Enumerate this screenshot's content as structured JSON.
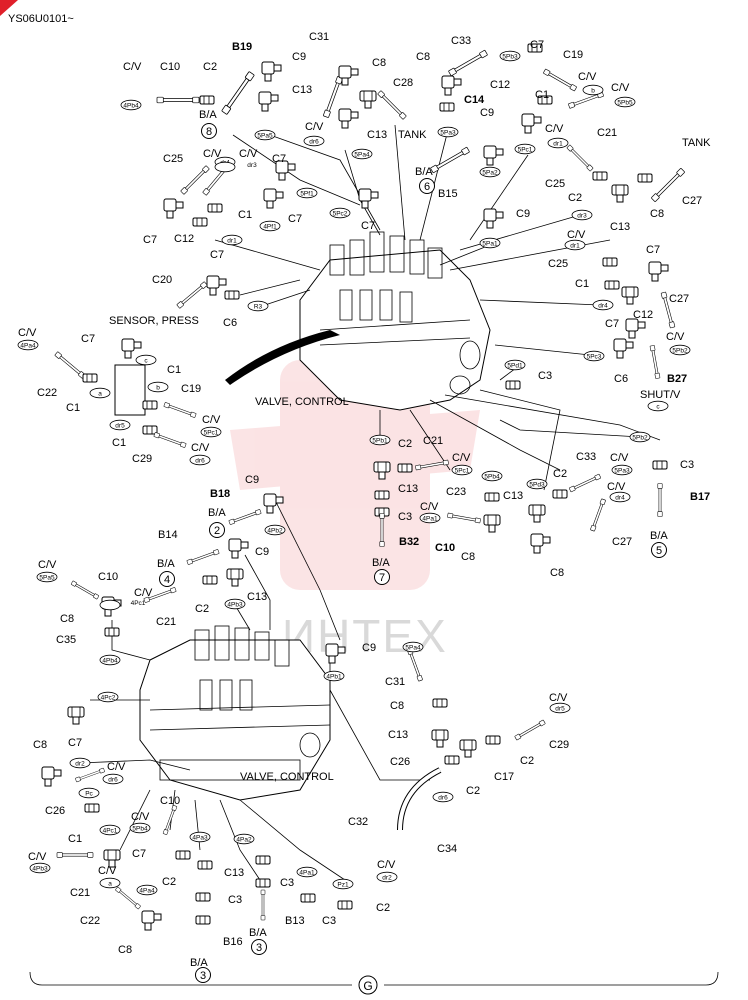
{
  "doc_code": "YS06U0101~",
  "watermark": "ИНТЕХ",
  "section_letter": "G",
  "assembly_labels": {
    "valve_upper": "VALVE, CONTROL",
    "valve_lower": "VALVE, CONTROL",
    "sensor": "SENSOR, PRESS",
    "tank1": "TANK",
    "tank2": "TANK",
    "shut": "SHUT/V"
  },
  "callouts": {
    "b_a": "B/A",
    "c_v": "C/V",
    "n8": "8",
    "n6": "6",
    "n2": "2",
    "n4": "4",
    "n7": "7",
    "n5": "5",
    "n3a": "3",
    "n3b": "3",
    "c10a": "C10",
    "c2a": "C2",
    "b19": "B19",
    "c9a": "C9",
    "c13a": "C13",
    "c31": "C31",
    "c8a": "C8",
    "c13b": "C13",
    "c28": "C28",
    "c8b": "C8",
    "c33a": "C33",
    "c7a": "C7",
    "c19a": "C19",
    "c14": "C14",
    "c12a": "C12",
    "c1a": "C1",
    "c21a": "C21",
    "c9b": "C9",
    "b15": "B15",
    "c25a": "C25",
    "c2b": "C2",
    "c8c": "C8",
    "c27a": "C27",
    "c13c": "C13",
    "c9c": "C9",
    "c25b": "C25",
    "c7b": "C7",
    "c1b": "C1",
    "c27b": "C27",
    "c12b": "C12",
    "c7c": "C7",
    "c6a": "C6",
    "b27": "B27",
    "c25c": "C25",
    "c7d": "C7",
    "c7e": "C7",
    "c7f": "C7",
    "c1c": "C1",
    "c12c": "C12",
    "c7g": "C7",
    "c20": "C20",
    "c6b": "C6",
    "c7h": "C7",
    "c22a": "C22",
    "c1d": "C1",
    "c1e": "C1",
    "c19b": "C19",
    "c1f": "C1",
    "c29a": "C29",
    "c3a": "C3",
    "c2c": "C2",
    "c21b": "C21",
    "c13d": "C13",
    "c23": "C23",
    "c13e": "C13",
    "c3b": "C3",
    "c33b": "C33",
    "c2d": "C2",
    "c3c": "C3",
    "b17": "B17",
    "c27c": "C27",
    "c10b": "C10",
    "c8d": "C8",
    "c8e": "C8",
    "b32": "B32",
    "c9d": "C9",
    "b18": "B18",
    "b14": "B14",
    "c9e": "C9",
    "c13f": "C13",
    "c2e": "C2",
    "c21c": "C21",
    "c10c": "C10",
    "c8f": "C8",
    "c35": "C35",
    "c9f": "C9",
    "c7i": "C7",
    "c8g": "C8",
    "c26a": "C26",
    "c1g": "C1",
    "c31b": "C31",
    "c8h": "C8",
    "c13g": "C13",
    "c29b": "C29",
    "c17": "C17",
    "c2f": "C2",
    "c2g": "C2",
    "c26b": "C26",
    "c32": "C32",
    "c34": "C34",
    "c10d": "C10",
    "c7j": "C7",
    "c21d": "C21",
    "c2h": "C2",
    "c13h": "C13",
    "c3d": "C3",
    "c22b": "C22",
    "c8i": "C8",
    "c3e": "C3",
    "b13": "B13",
    "c3f": "C3",
    "c2i": "C2",
    "b16": "B16"
  },
  "port_tags": {
    "p4Pb4a": "4Pb4",
    "p5Pa5a": "5Pa5",
    "p5Pb3": "5Pb3",
    "p5Pa4a": "5Pa4",
    "p5Pa3": "5Pa3",
    "p5Pa2": "5Pa2",
    "p5Pc1": "5Pc1",
    "p5Pb5": "5Pb5",
    "pdr4a": "dr4",
    "pdr3a": "dr3",
    "pdr1a": "dr1",
    "p5Pf1": "5Pf1",
    "p4Pf1": "4Pf1",
    "p5Pc2": "5Pc2",
    "p5Pa1": "5Pa1",
    "pdr1b": "dr1",
    "pdr3b": "dr3",
    "pdr1c": "dr1",
    "pdr4b": "dr4",
    "pR3": "R3",
    "p4Pa4": "4Pa4",
    "pc": "c",
    "pb": "b",
    "pa": "a",
    "pdr5": "dr5",
    "p5Pc1b": "5Pc1",
    "pdr6a": "dr6",
    "p5Pc3": "5Pc3",
    "pc2": "c",
    "p5Pb2": "5Pb2",
    "p5Pd1": "5Pd1",
    "p5Pb1": "5Pb1",
    "p5Pc1c": "5Pc1",
    "p5Pb4": "5Pb4",
    "p5Pd3": "5Pd3",
    "p5Pa3b": "5Pa3",
    "pdr4c": "dr4",
    "p4Pa1": "4Pa1",
    "p4Pb2": "4Pb2",
    "p4Pc1": "4Pc1",
    "p4Pb3": "4Pb3",
    "p5Pa5b": "5Pa5",
    "p4Pb4b": "4Pb4",
    "p4Pb1": "4Pb1",
    "p4Pc2": "4Pc2",
    "p5Pa4b": "5Pa4",
    "pdr5b": "dr5",
    "pdr2a": "dr2",
    "pdr6b": "dr6",
    "pPc": "Pc",
    "p4Pc1b": "4Pc1",
    "p5Pb4b": "5Pb4",
    "p4Pa3": "4Pa3",
    "p4Pa2": "4Pa2",
    "pdr6c": "dr6",
    "p4Pb3b": "4Pb3",
    "pa2": "a",
    "p4Pa4b": "4Pa4",
    "p4Pa1b": "4Pa1",
    "pPz1": "Pz1",
    "pdr2b": "dr2",
    "pdr6d": "dr6",
    "pb2": "b"
  }
}
